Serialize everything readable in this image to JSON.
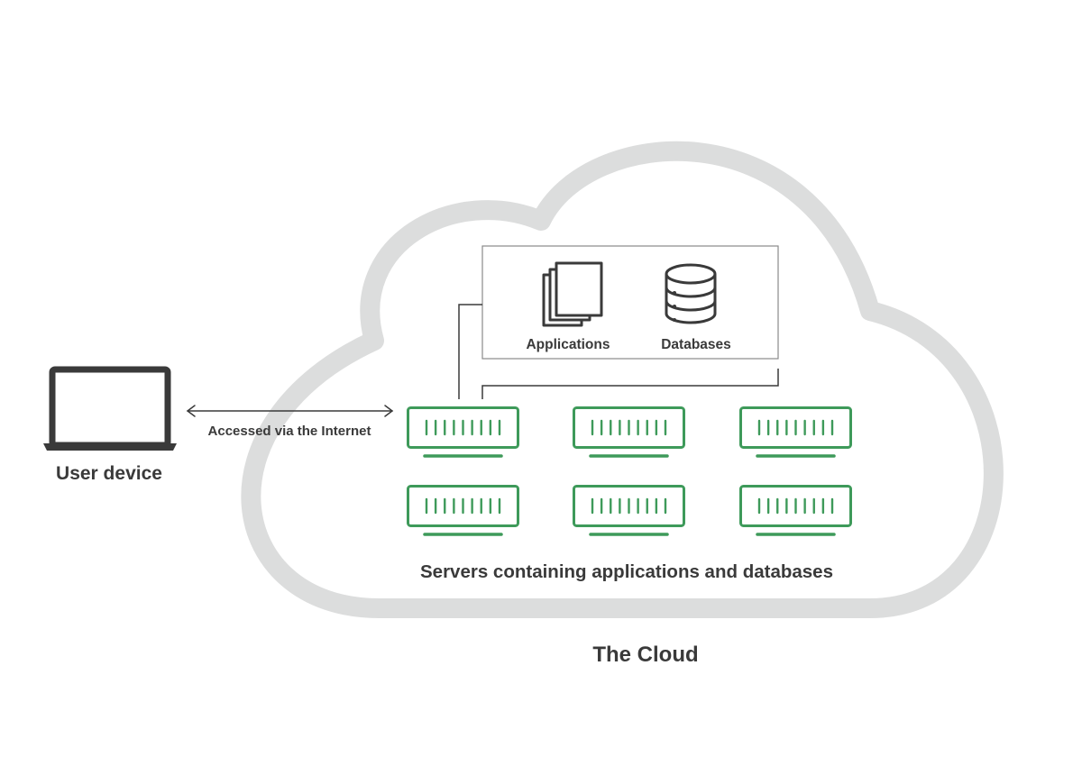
{
  "labels": {
    "applications": "Applications",
    "databases": "Databases",
    "connection": "Accessed via the Internet",
    "user_device": "User device",
    "servers": "Servers containing applications and databases",
    "cloud": "The Cloud"
  },
  "colors": {
    "cloud_outline": "#dcdddd",
    "server_green": "#3e9a5a",
    "icon_dark": "#3a3a3a",
    "text": "#3a3a3a",
    "box_border": "#8a8a8a"
  },
  "icons": {
    "user_device": "laptop-icon",
    "applications": "documents-stack-icon",
    "databases": "database-cylinder-icon",
    "server": "server-rack-icon"
  },
  "servers": {
    "rows": 2,
    "columns": 3,
    "count": 6
  }
}
